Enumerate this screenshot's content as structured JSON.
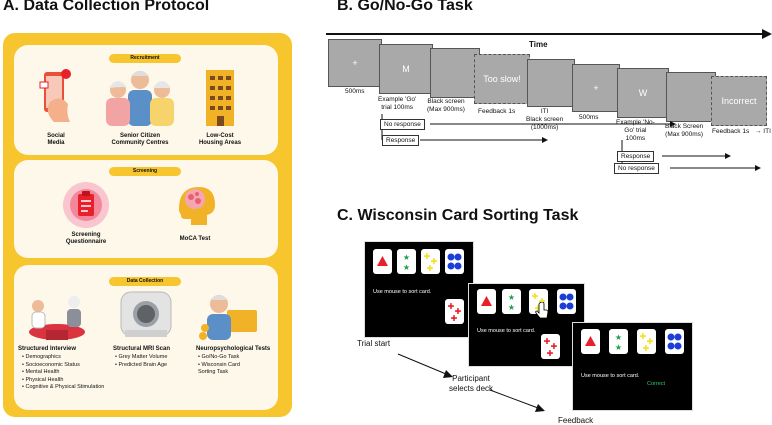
{
  "panelA": {
    "title": "A. Data Collection Protocol",
    "recruitment": {
      "pill": "Recruitment",
      "items": [
        "Social\nMedia",
        "Senior Citizen\nCommunity Centres",
        "Low-Cost\nHousing Areas"
      ]
    },
    "screening": {
      "pill": "Screening",
      "items": [
        "Screening\nQuestionnaire",
        "MoCA Test"
      ]
    },
    "collection": {
      "pill": "Data Collection",
      "interview": {
        "title": "Structured Interview",
        "bullets": [
          "Demographics",
          "Socioeconomic Status",
          "Mental Health",
          "Physical Health",
          "Cognitive & Physical Stimulation"
        ]
      },
      "mri": {
        "title": "Structural MRI Scan",
        "bullets": [
          "Grey Matter Volume",
          "Predicted Brain Age"
        ]
      },
      "neuro": {
        "title": "Neuropsychological Tests",
        "bullets": [
          "Go/No-Go Task",
          "Wisconsin Card\nSorting Task"
        ]
      }
    }
  },
  "panelB": {
    "title": "B. Go/No-Go Task",
    "time": "Time",
    "screens": [
      "+",
      "M",
      "",
      "Too slow!",
      "",
      "+",
      "W",
      "",
      "Incorrect"
    ],
    "captions": {
      "c500a": "500ms",
      "go": "Example 'Go'\ntrial 100ms",
      "black1": "Black screen\n(Max 900ms)",
      "fb1": "Feedback 1s",
      "iti": "ITI\nBlack screen\n(1000ms)",
      "c500b": "500ms",
      "nogo": "Example 'No-\nGo' trial\n100ms",
      "black2": "Black Screen\n(Max 900ms)",
      "fb2": "Feedback 1s",
      "iti2": "→ ITI"
    },
    "boxes": {
      "noresp1": "No response",
      "resp1": "Response",
      "resp2": "Response",
      "noresp2": "No response"
    }
  },
  "panelC": {
    "title": "C. Wisconsin Card Sorting Task",
    "instruction": "Use mouse to sort card.",
    "correct": "Correct",
    "steps": [
      "Trial start",
      "Participant\nselects deck",
      "Feedback"
    ]
  },
  "colors": {
    "yellow": "#f7c62f",
    "cream": "#fdf8ea",
    "grey": "#a9a9a9",
    "red": "#e8202a",
    "green": "#1f9e4c",
    "blue": "#1b3fd6",
    "cardYellow": "#f2e11c"
  }
}
